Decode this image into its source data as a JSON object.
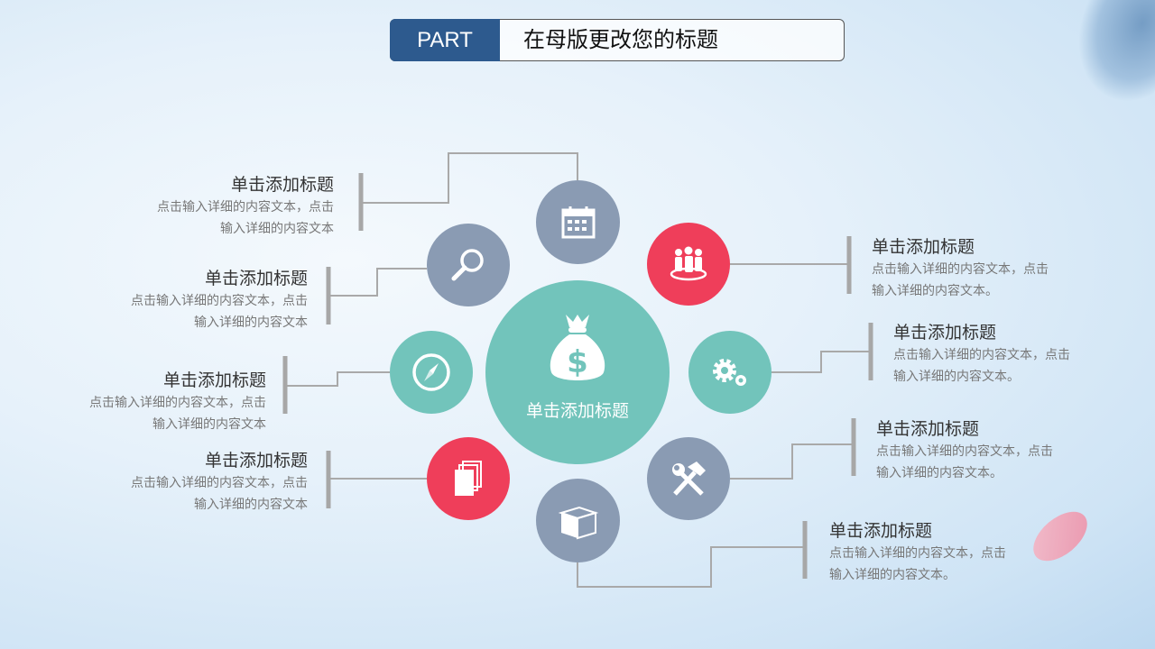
{
  "header": {
    "part_label": "PART",
    "title": "在母版更改您的标题"
  },
  "center": {
    "label": "单击添加标题",
    "icon": "money-bag-icon"
  },
  "colors": {
    "gray": "#8a9bb3",
    "teal": "#72c4bb",
    "red": "#ef3e5a",
    "navy": "#2d5a8e"
  },
  "left_items": [
    {
      "title": "单击添加标题",
      "line1": "点击输入详细的内容文本，点击",
      "line2": "输入详细的内容文本"
    },
    {
      "title": "单击添加标题",
      "line1": "点击输入详细的内容文本，点击",
      "line2": "输入详细的内容文本"
    },
    {
      "title": "单击添加标题",
      "line1": "点击输入详细的内容文本，点击",
      "line2": "输入详细的内容文本"
    },
    {
      "title": "单击添加标题",
      "line1": "点击输入详细的内容文本，点击",
      "line2": "输入详细的内容文本"
    }
  ],
  "right_items": [
    {
      "title": "单击添加标题",
      "line1": "点击输入详细的内容文本，点击",
      "line2": "输入详细的内容文本。"
    },
    {
      "title": "单击添加标题",
      "line1": "点击输入详细的内容文本，点击",
      "line2": "输入详细的内容文本。"
    },
    {
      "title": "单击添加标题",
      "line1": "点击输入详细的内容文本，点击",
      "line2": "输入详细的内容文本。"
    },
    {
      "title": "单击添加标题",
      "line1": "点击输入详细的内容文本，点击",
      "line2": "输入详细的内容文本。"
    }
  ]
}
